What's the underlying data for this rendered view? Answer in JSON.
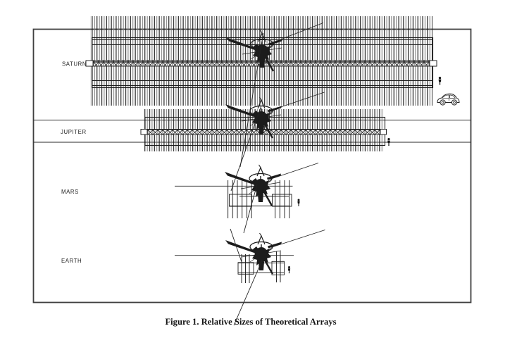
{
  "figure": {
    "caption": "Figure 1.  Relative Sizes of Theoretical Arrays",
    "rows": [
      {
        "label": "SATURN"
      },
      {
        "label": "JUPITER"
      },
      {
        "label": "MARS"
      },
      {
        "label": "EARTH"
      }
    ],
    "icons": {
      "spacecraft": "spacecraft-icon",
      "human_scale": "human-scale-icon",
      "car_scale": "car-scale-icon"
    },
    "colors": {
      "ink": "#1c1c1c",
      "border": "#3f3f3f",
      "comb_gray": "#6e6e6e",
      "background": "#ffffff"
    }
  }
}
